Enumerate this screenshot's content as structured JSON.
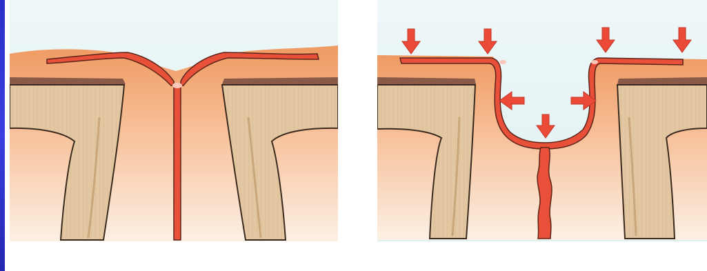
{
  "figure": {
    "panels": [
      {
        "id": "left",
        "state": "closed"
      },
      {
        "id": "right",
        "state": "opened"
      }
    ],
    "colors": {
      "sky": "#e8f4f6",
      "tissue_top": "#f0a06a",
      "tissue_bottom": "#fbeadb",
      "bone": "#e3c7a2",
      "bone_edge": "#3a2a1e",
      "dark_band": "#8a5a48",
      "membrane": "#e8503a",
      "membrane_edge": "#5a2418",
      "arrow": "#ec4a38",
      "accent_bar": "#3a3fe0"
    },
    "arrow_icon": "down-arrow-icon"
  }
}
